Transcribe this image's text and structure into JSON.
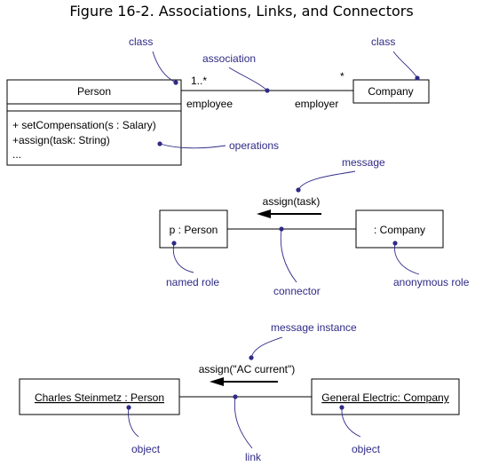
{
  "figure_title": "Figure 16-2. Associations, Links, and Connectors",
  "class_diagram": {
    "person_class": {
      "name": "Person",
      "operations": [
        "+ setCompensation(s : Salary)",
        "+assign(task: String)",
        "..."
      ]
    },
    "company_class": {
      "name": "Company"
    },
    "association": {
      "multiplicity_left": "1..*",
      "multiplicity_right": "*",
      "role_left": "employee",
      "role_right": "employer"
    },
    "annotations": {
      "class_left": "class",
      "class_right": "class",
      "association": "association",
      "operations": "operations"
    }
  },
  "connector_diagram": {
    "left_role": "p : Person",
    "right_role": ": Company",
    "message": "assign(task)",
    "annotations": {
      "message": "message",
      "named_role": "named role",
      "connector": "connector",
      "anonymous_role": "anonymous role"
    }
  },
  "link_diagram": {
    "left_object": "Charles Steinmetz : Person",
    "right_object": "General Electric: Company",
    "message": "assign(\"AC current\")",
    "annotations": {
      "message_instance": "message instance",
      "object_left": "object",
      "link": "link",
      "object_right": "object"
    }
  },
  "colors": {
    "annotation": "#2e2a86",
    "lines": "#000000",
    "background": "#ffffff"
  }
}
